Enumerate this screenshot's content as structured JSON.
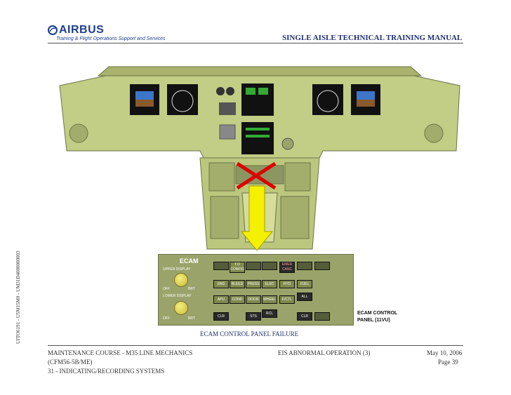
{
  "header": {
    "logo_text": "AIRBUS",
    "logo_sub": "Training & Flight Operations Support and Services",
    "manual_title": "SINGLE AISLE TECHNICAL TRAINING MANUAL"
  },
  "side_code": "UJTO6191 - U5M15M0 - UM31D4000000003",
  "figure": {
    "caption": "ECAM CONTROL PANEL FAILURE",
    "panel_label_line1": "ECAM CONTROL",
    "panel_label_line2": "PANEL (11VU)",
    "ecam": {
      "title": "ECAM",
      "upper_display": "UPPER DISPLAY",
      "lower_display": "LOWER DISPLAY",
      "off": "OFF",
      "brt": "BRT",
      "row1": [
        "T.O CONFIG",
        "EMER CANC"
      ],
      "row2": [
        "ENG",
        "BLEED",
        "PRESS",
        "ELEC",
        "HYD",
        "FUEL"
      ],
      "row3": [
        "APU",
        "COND",
        "DOOR",
        "WHEEL",
        "F/CTL",
        "ALL"
      ],
      "row4": [
        "CLR",
        "STS",
        "RCL",
        "CLR"
      ]
    }
  },
  "footer": {
    "left1": "MAINTENANCE COURSE - M35 LINE MECHANICS",
    "left2": "(CFM56-5B/ME)",
    "left3": "31 - INDICATING/RECORDING SYSTEMS",
    "center": "EIS ABNORMAL OPERATION (3)",
    "date": "May 10, 2006",
    "page": "Page 39"
  }
}
